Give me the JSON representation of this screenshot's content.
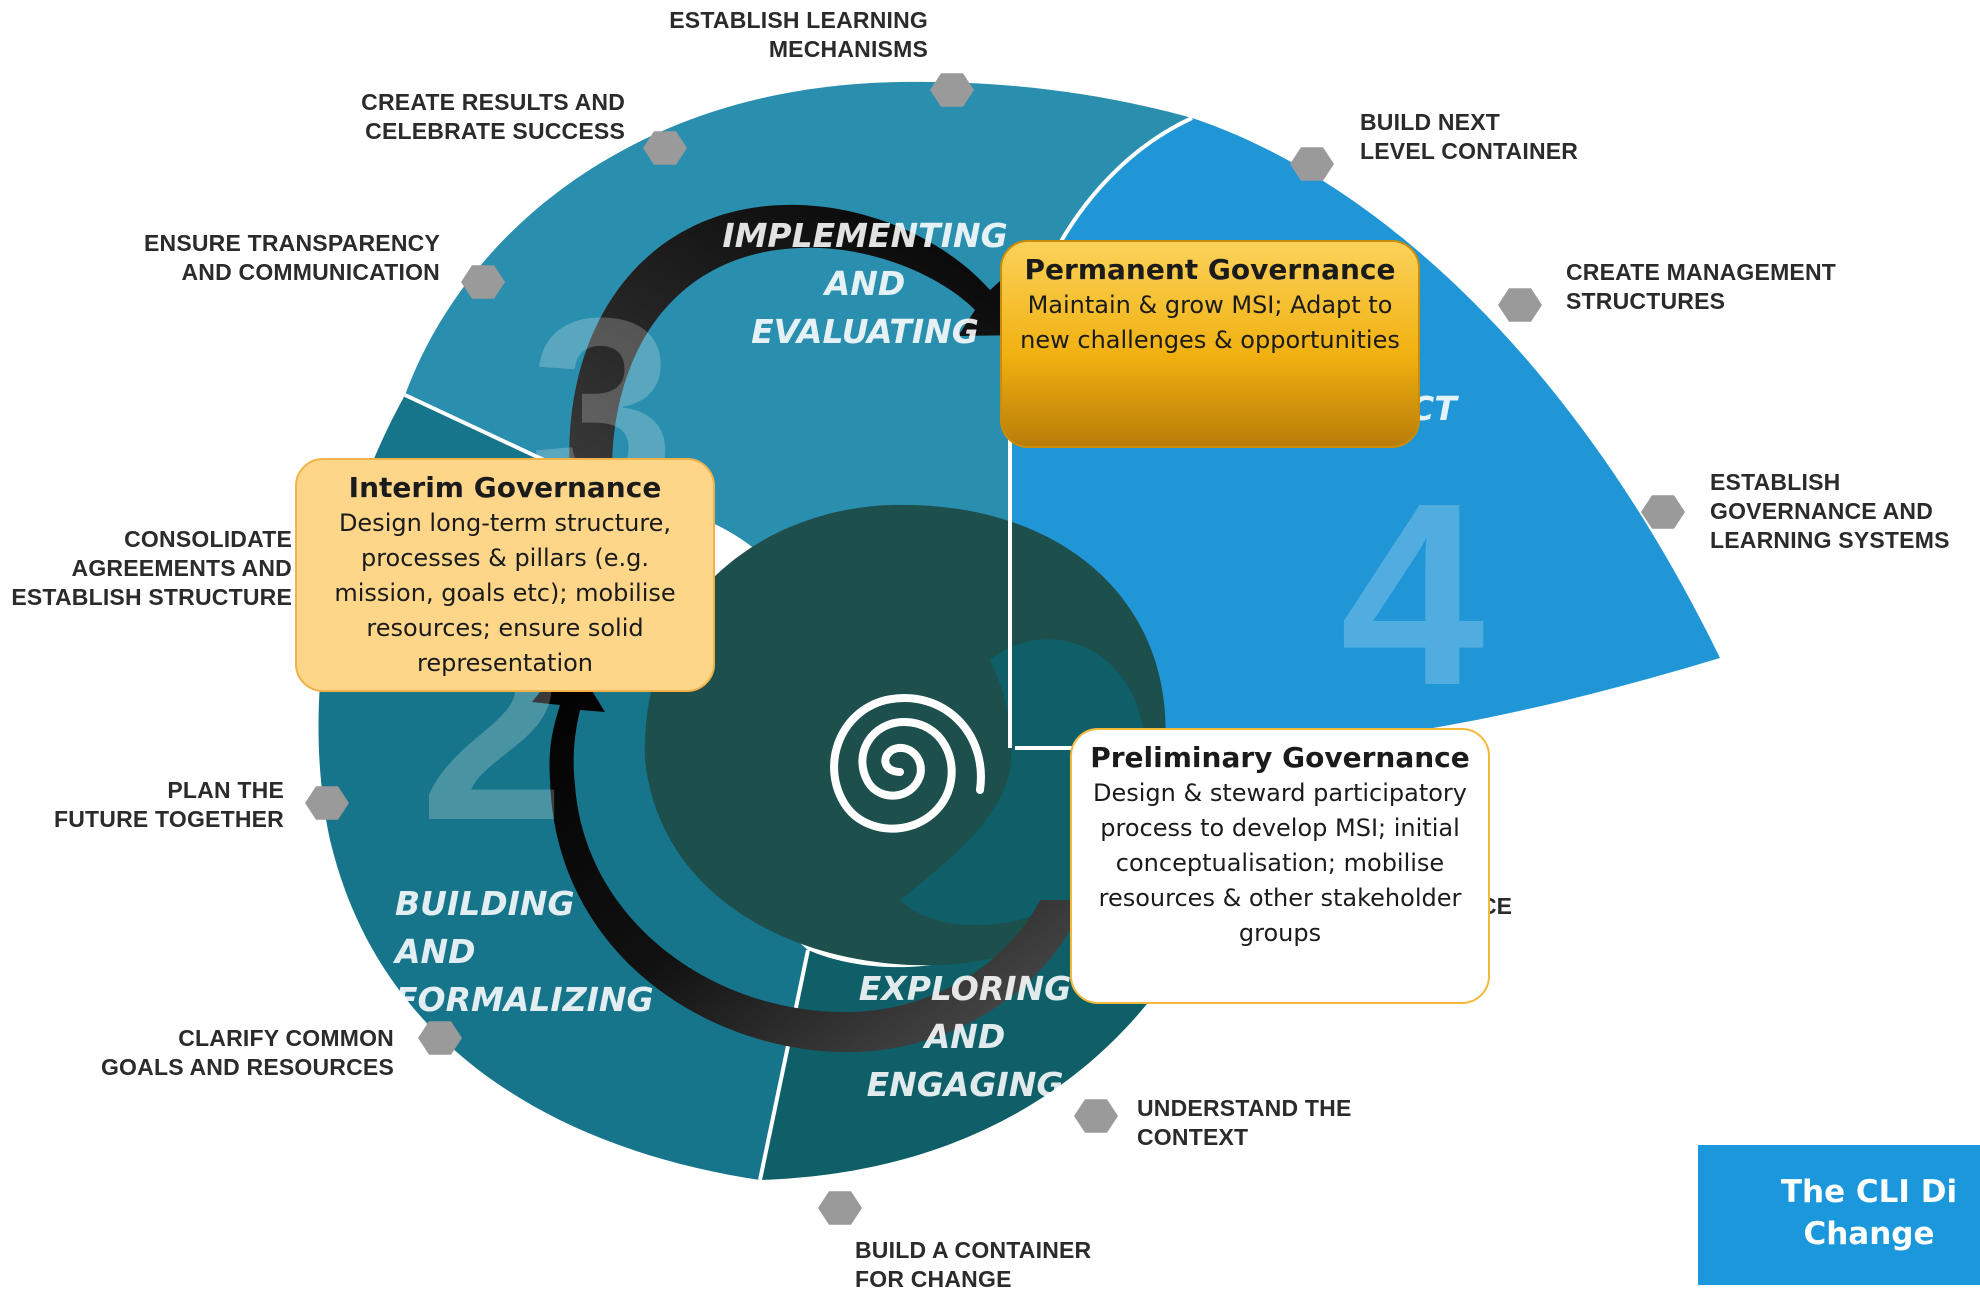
{
  "phases": {
    "implementing": "IMPLEMENTING\nAND\nEVALUATING",
    "building": "BUILDING\nAND\nFORMALIZING",
    "exploring": "EXPLORING\nAND\nENGAGING",
    "impact_fragment": "CT",
    "num3": "3",
    "num2": "2",
    "num4": "4"
  },
  "steps": {
    "establish_learning": "ESTABLISH LEARNING\nMECHANISMS",
    "create_results": "CREATE RESULTS AND\nCELEBRATE SUCCESS",
    "ensure_transparency": "ENSURE TRANSPARENCY\nAND COMMUNICATION",
    "consolidate": "CONSOLIDATE\nAGREEMENTS AND\nESTABLISH STRUCTURE",
    "plan_future": "PLAN THE\nFUTURE TOGETHER",
    "clarify_goals": "CLARIFY COMMON\nGOALS AND RESOURCES",
    "build_container_change": "BUILD A CONTAINER\nFOR CHANGE",
    "understand_context": "UNDERSTAND THE\nCONTEXT",
    "build_next_level": "BUILD NEXT\nLEVEL CONTAINER",
    "create_management": "CREATE MANAGEMENT\nSTRUCTURES",
    "establish_governance": "ESTABLISH\nGOVERNANCE AND\nLEARNING SYSTEMS",
    "partial_ce": "CE"
  },
  "governance": {
    "interim": {
      "title": "Interim Governance",
      "desc": "Design long-term structure, processes & pillars (e.g. mission, goals etc); mobilise resources; ensure solid representation"
    },
    "permanent": {
      "title": "Permanent Governance",
      "desc": "Maintain & grow MSI; Adapt to new challenges & opportunities"
    },
    "preliminary": {
      "title": "Preliminary Governance",
      "desc": "Design & steward participatory process to develop MSI; initial conceptualisation; mobilise resources & other stakeholder groups"
    }
  },
  "badge": {
    "line1": "The CLI Di",
    "line2": "Change"
  },
  "colors": {
    "phase3": "#2a8fae",
    "phase4": "#2196d6",
    "phase2": "#16758a",
    "phase1": "#0e5f68",
    "core": "#1d4f4c",
    "hex": "#9a9a9a"
  },
  "icons": [
    "hexagon-marker-icon",
    "spiral-icon",
    "curved-arrow-icon"
  ]
}
